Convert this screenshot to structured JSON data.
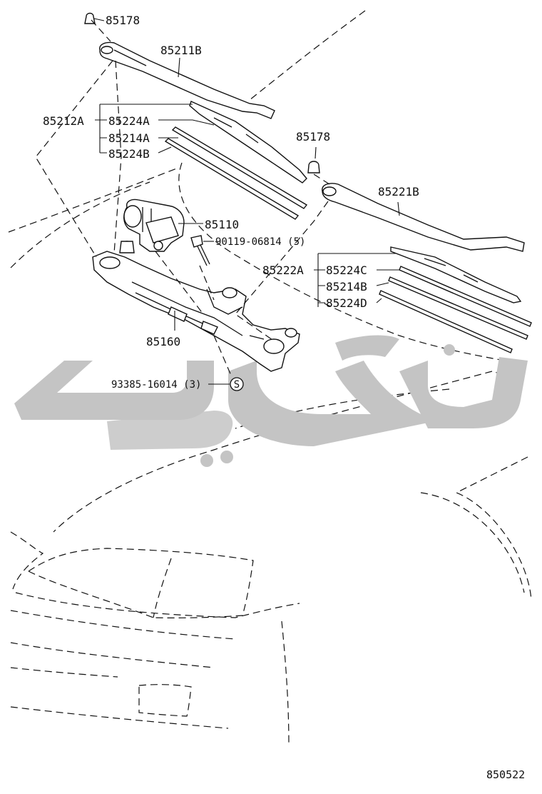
{
  "diagram": {
    "drawing_code": "850522",
    "watermark": "تويوتا",
    "parts": {
      "cap_left": "85178",
      "arm_left": "85211B",
      "blade_left_assy": "85212A",
      "blade_rubber_a": "85224A",
      "blade_insert_a": "85214A",
      "blade_rubber_b": "85224B",
      "motor": "85110",
      "bolt": "90119-06814 (5)",
      "link": "85160",
      "clip": "93385-16014 (3)",
      "clip_symbol": "S",
      "cap_right": "85178",
      "arm_right": "85221B",
      "blade_right_assy": "85222A",
      "blade_rubber_c": "85224C",
      "blade_insert_b": "85214B",
      "blade_rubber_d": "85224D"
    }
  }
}
